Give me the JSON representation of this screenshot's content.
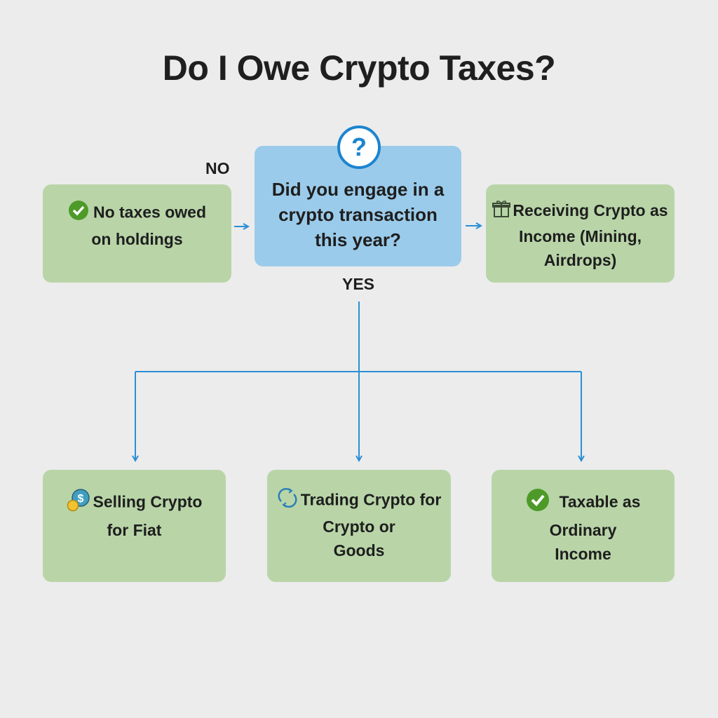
{
  "title": "Do I Owe Crypto Taxes?",
  "question": {
    "text_lines": [
      "Did you engage in a",
      "crypto transaction",
      "this year?"
    ],
    "icon": "question-icon",
    "icon_glyph": "?"
  },
  "labels": {
    "no": "NO",
    "yes": "YES"
  },
  "nodes": {
    "no_taxes": {
      "lines": [
        "No taxes owed",
        "on holdings"
      ],
      "icon": "check-circle-icon"
    },
    "income": {
      "lines": [
        "Receiving Crypto as",
        "Income (Mining,",
        "Airdrops)"
      ],
      "icon": "gift-icon"
    },
    "selling": {
      "lines": [
        "Selling Crypto",
        "for Fiat"
      ],
      "icon": "coins-icon"
    },
    "trading": {
      "lines": [
        "Trading Crypto for",
        "Crypto or",
        "Goods"
      ],
      "icon": "exchange-arrows-icon"
    },
    "taxable": {
      "lines": [
        "Taxable as",
        "Ordinary",
        "Income"
      ],
      "icon": "check-circle-icon"
    }
  },
  "colors": {
    "background": "#ececec",
    "node_green": "#b9d5a8",
    "node_blue": "#9bcbea",
    "connector": "#2a8fd6",
    "check": "#4e9a28"
  }
}
